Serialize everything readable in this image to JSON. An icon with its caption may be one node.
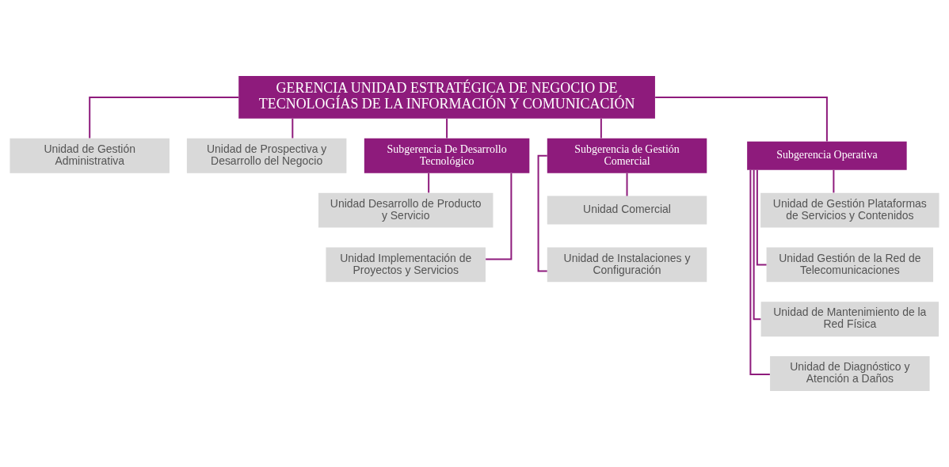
{
  "diagram": {
    "nodes": [
      {
        "text": [
          "GERENCIA UNIDAD ESTRATÉGICA DE NEGOCIO DE TECNOLOGÍAS DE LA INFORMACIÓN Y COMUNICACIÓN"
        ]
      },
      {
        "text": [
          "Unidad de Gestión Administrativa"
        ]
      },
      {
        "text": [
          "Unidad de Prospectiva y Desarrollo del Negocio"
        ]
      },
      {
        "text": [
          "Subgerencia De Desarrollo Tecnológico"
        ]
      },
      {
        "text": [
          "Subgerencia de Gestión Comercial"
        ]
      },
      {
        "text": [
          "Subgerencia Operativa"
        ]
      },
      {
        "text": [
          "Unidad Desarrollo de Producto y Servicio"
        ]
      },
      {
        "text": [
          "Unidad Implementación de Proyectos y Servicios"
        ]
      },
      {
        "text": [
          "Unidad Comercial"
        ]
      },
      {
        "text": [
          "Unidad de Instalaciones y Configuración"
        ]
      },
      {
        "text": [
          "Unidad de Gestión Plataformas de Servicios y Contenidos"
        ]
      },
      {
        "text": [
          "Unidad Gestión de la Red de Telecomunicaciones"
        ]
      },
      {
        "text": [
          "Unidad de Mantenimiento de la Red Física"
        ]
      },
      {
        "text": [
          "Unidad de Diagnóstico y Atención a Daños"
        ]
      }
    ],
    "edges": [
      {
        "from": 0,
        "to": 1,
        "arrow": "none"
      },
      {
        "from": 0,
        "to": 2,
        "arrow": "none"
      },
      {
        "from": 0,
        "to": 3,
        "arrow": "none"
      },
      {
        "from": 0,
        "to": 4,
        "arrow": "none"
      },
      {
        "from": 0,
        "to": 5,
        "arrow": "none"
      },
      {
        "from": 3,
        "to": 6,
        "arrow": "none"
      },
      {
        "from": 3,
        "to": 7,
        "arrow": "none"
      },
      {
        "from": 4,
        "to": 8,
        "arrow": "none"
      },
      {
        "from": 4,
        "to": 9,
        "arrow": "none"
      },
      {
        "from": 5,
        "to": 10,
        "arrow": "none"
      },
      {
        "from": 5,
        "to": 11,
        "arrow": "none"
      },
      {
        "from": 5,
        "to": 12,
        "arrow": "none"
      },
      {
        "from": 5,
        "to": 13,
        "arrow": "none"
      }
    ]
  }
}
